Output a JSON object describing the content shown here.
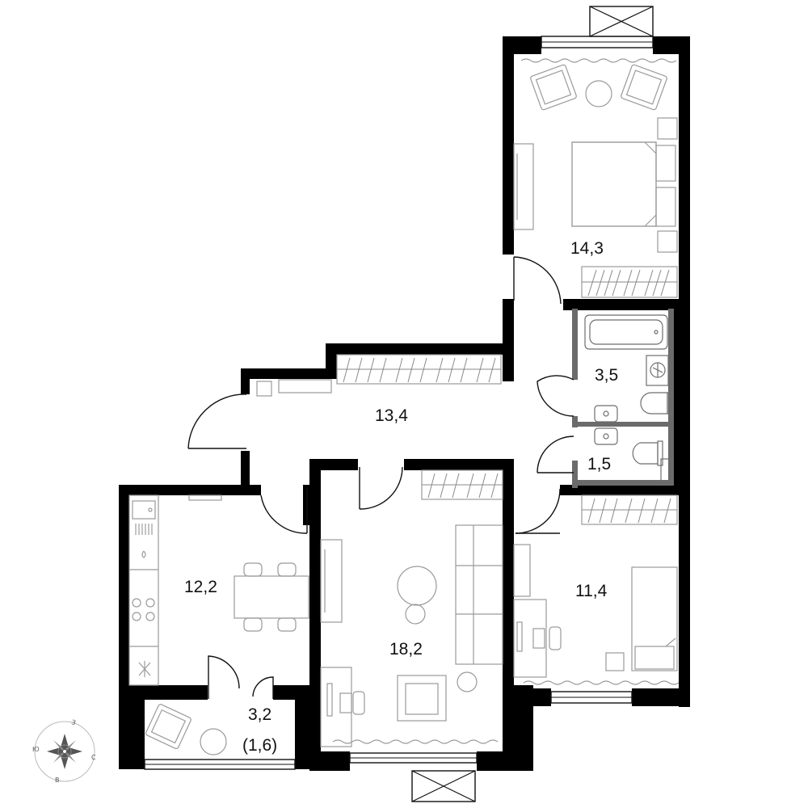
{
  "rooms": {
    "bedroom_1": {
      "area": "14,3"
    },
    "hallway": {
      "area": "13,4"
    },
    "bathroom": {
      "area": "3,5"
    },
    "toilet": {
      "area": "1,5"
    },
    "kitchen": {
      "area": "12,2"
    },
    "living_room": {
      "area": "18,2"
    },
    "bedroom_2": {
      "area": "11,4"
    },
    "loggia": {
      "area": "3,2",
      "reduced_area": "(1,6)"
    }
  },
  "compass": {
    "north": "С",
    "south": "Ю",
    "west": "З",
    "east": "В",
    "icon": "compass-rose-icon"
  },
  "colors": {
    "walls": "#000000",
    "furniture": "#9a9a9a",
    "background": "#ffffff"
  }
}
